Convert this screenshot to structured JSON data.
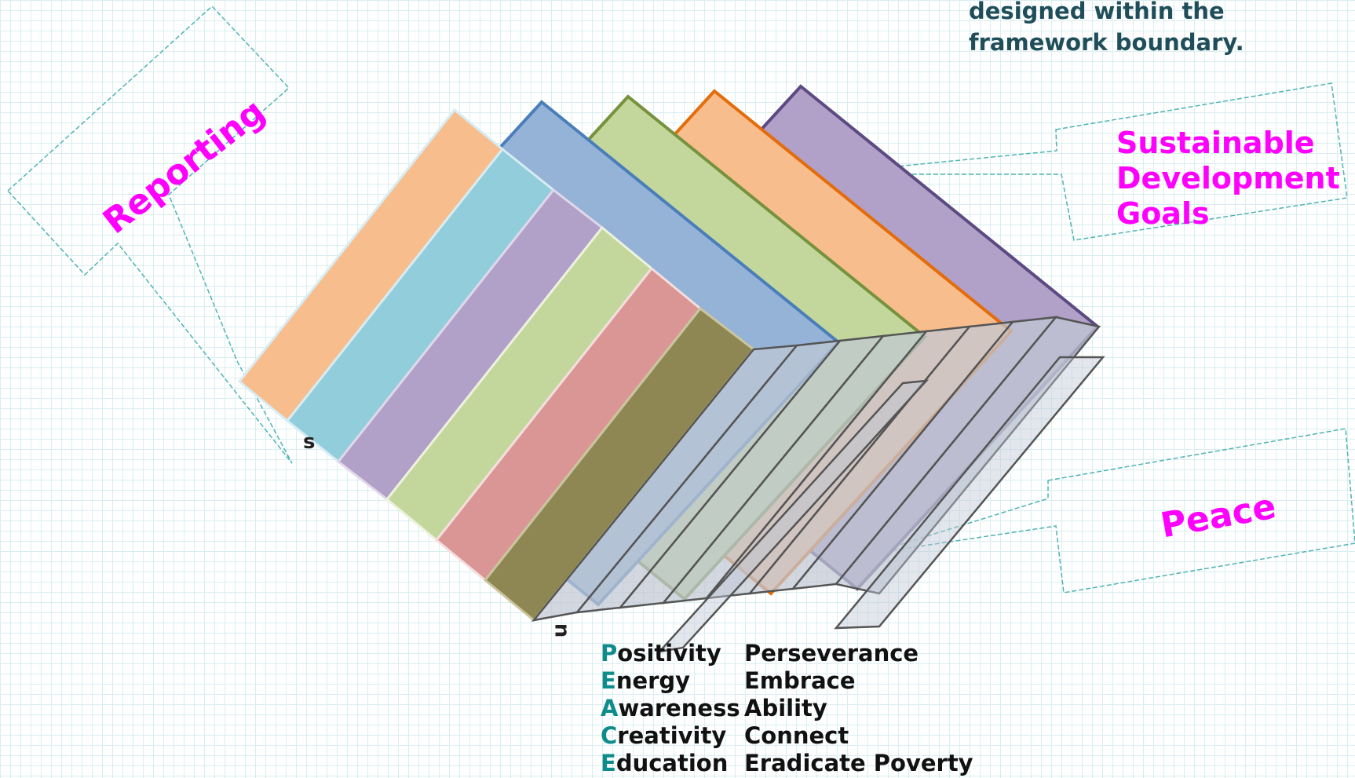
{
  "top_note": "designed within the\nframework boundary.",
  "callouts": {
    "reporting": "Reporting",
    "sdg": "Sustainable\nDevelopment\nGoals",
    "peace": "Peace"
  },
  "stray_letters": {
    "s": "s",
    "n": "n"
  },
  "peace_acronym": [
    {
      "initial": "P",
      "rest": "ositivity",
      "pair": "Perseverance"
    },
    {
      "initial": "E",
      "rest": "nergy",
      "pair": "Embrace"
    },
    {
      "initial": "A",
      "rest": "wareness",
      "pair": "Ability"
    },
    {
      "initial": "C",
      "rest": "reativity",
      "pair": "Connect"
    },
    {
      "initial": "E",
      "rest": "ducation",
      "pair": "Eradicate Poverty"
    }
  ],
  "colors": {
    "callout_text": "#ff00ff",
    "callout_border": "#4fb3b3",
    "acronym_initial": "#0e8c8c",
    "panel_orange": "#f8bd8c",
    "panel_blue": "#95b3d7",
    "panel_green": "#c3d69b",
    "panel_purple": "#b1a0c7",
    "panel_teal": "#92cddc",
    "panel_rose": "#d99694",
    "panel_olive": "#8f8753",
    "panel_grey": "#c0c8d4"
  }
}
